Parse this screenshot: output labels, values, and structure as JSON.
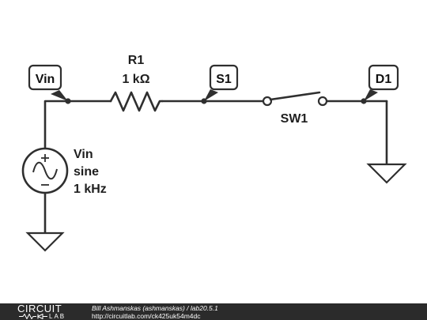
{
  "schematic": {
    "nodes": {
      "vin": "Vin",
      "s1": "S1",
      "d1": "D1"
    },
    "resistor": {
      "name": "R1",
      "value": "1 kΩ"
    },
    "switch": {
      "name": "SW1"
    },
    "source": {
      "name": "Vin",
      "type": "sine",
      "frequency": "1 kHz"
    }
  },
  "footer": {
    "logo_top": "CIRCUIT",
    "logo_bottom": "LAB",
    "author_prefix": "Bill Ashmanskas (ashmanskas) / ",
    "title": "lab20.5.1",
    "url": "http://circuitlab.com/ck425uk54m4dc"
  },
  "colors": {
    "wire": "#2f2f2f",
    "footer_bg": "#2b2b2b"
  }
}
